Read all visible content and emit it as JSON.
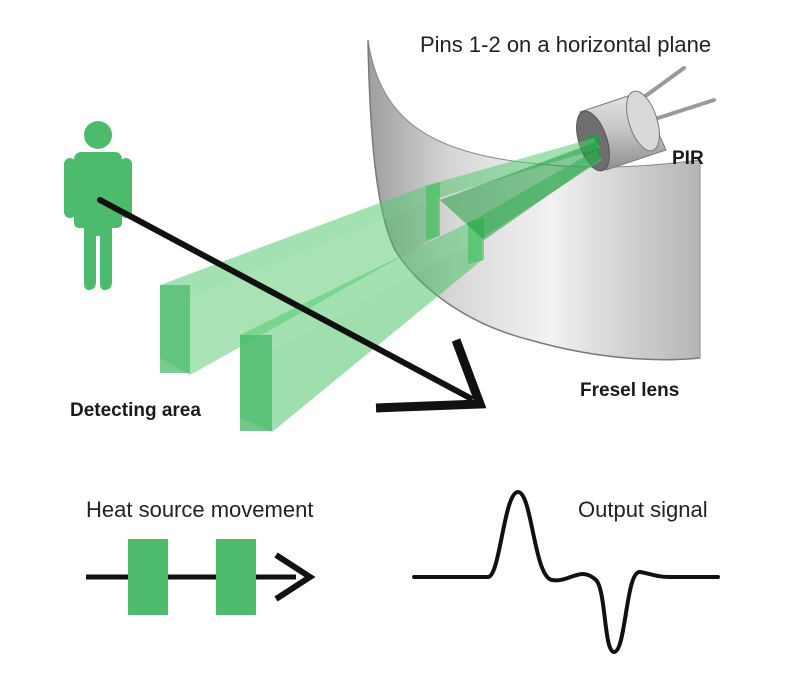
{
  "labels": {
    "pins": "Pins 1-2 on a horizontal plane",
    "pir": "PIR",
    "lens": "Fresel lens",
    "detecting_area": "Detecting area",
    "heat_source": "Heat source movement",
    "output_signal": "Output signal"
  },
  "colors": {
    "green": "#4cbb6c",
    "beam_green": "#3fbf5c",
    "dark": "#111111",
    "lens_gray": "#cfcfcf",
    "sensor_gray": "#bdbdbd"
  },
  "icons": {
    "person": "person-icon",
    "arrow": "movement-arrow-icon",
    "sensor": "pir-sensor-icon"
  }
}
